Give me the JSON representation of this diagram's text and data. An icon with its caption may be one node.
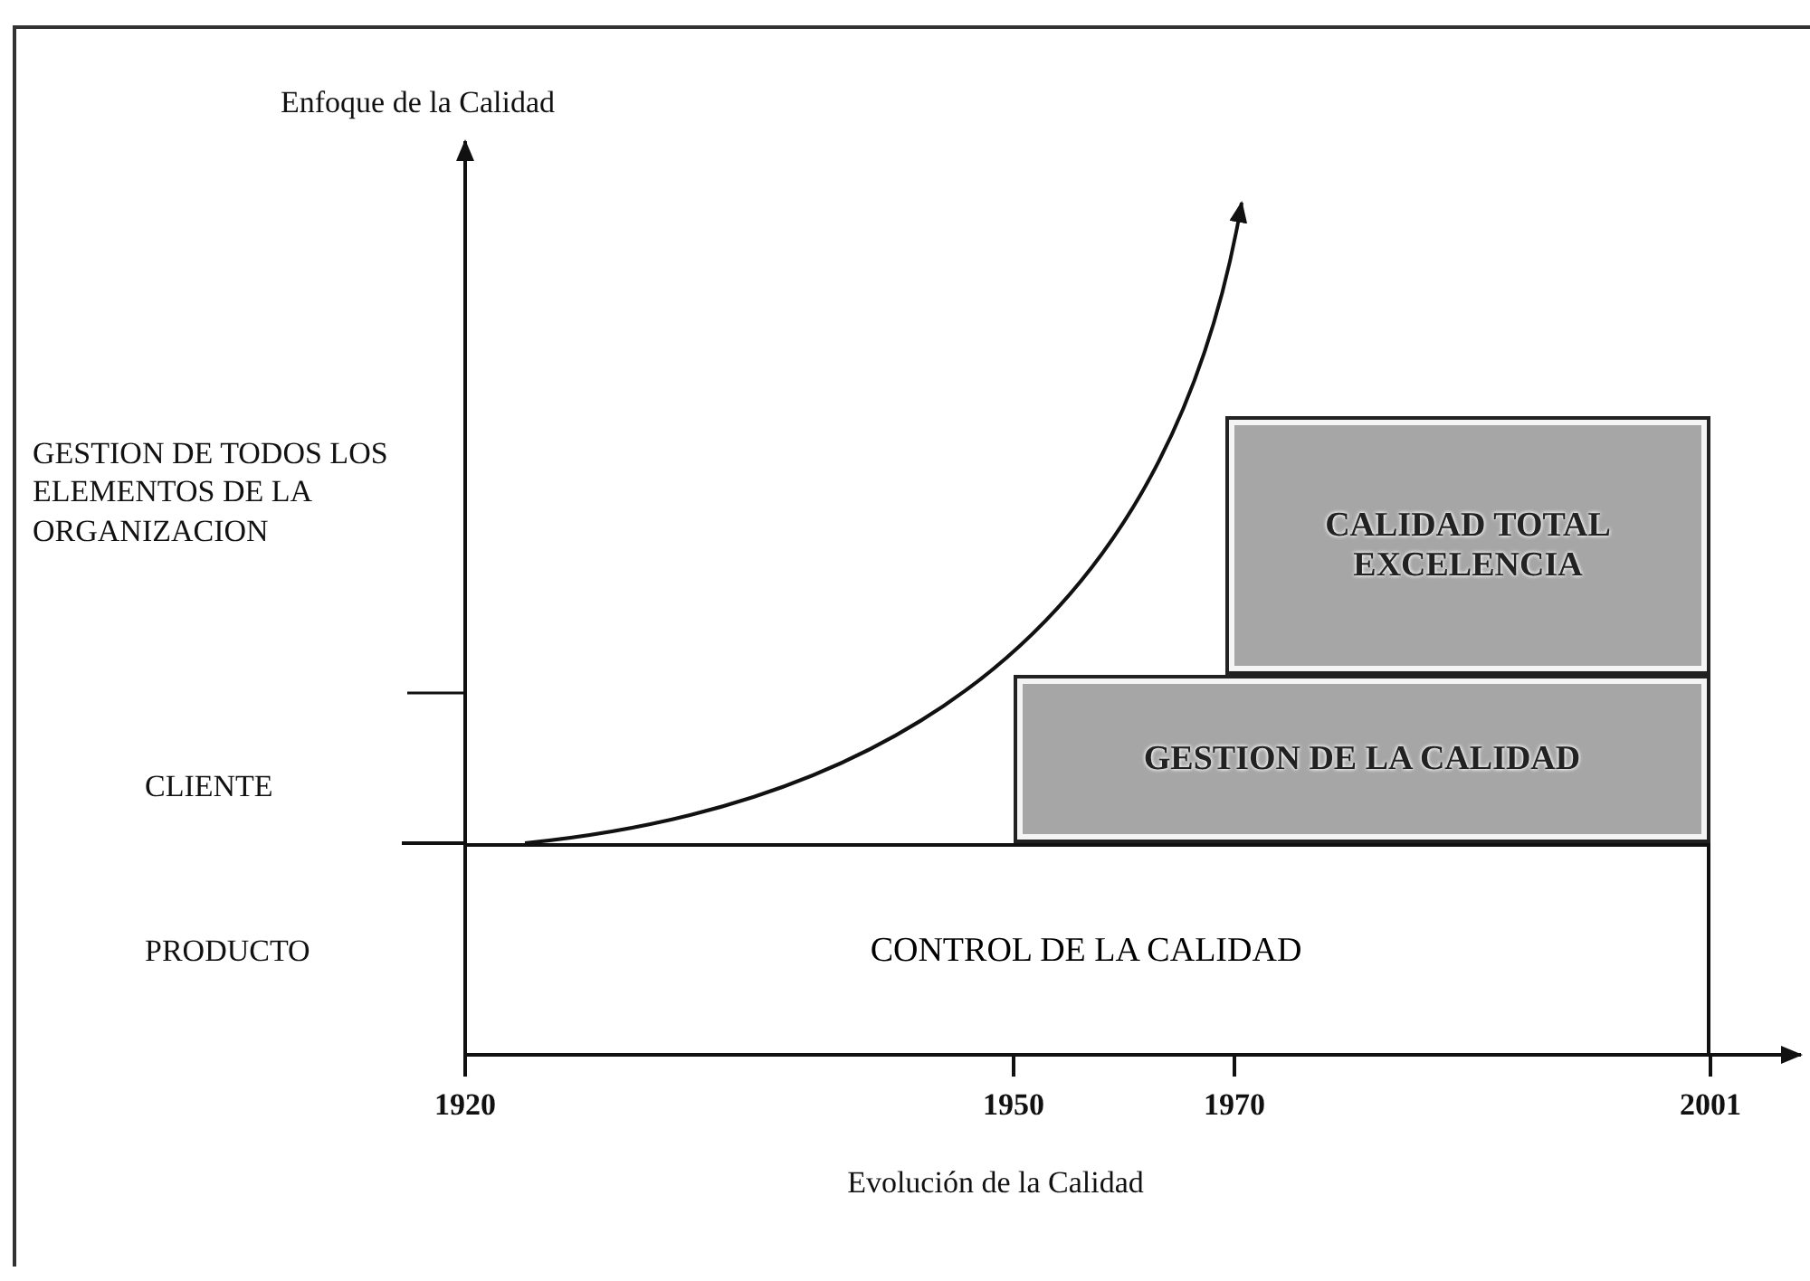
{
  "diagram": {
    "nodes": [
      {
        "text": [
          "CONTROL DE LA CALIDAD"
        ]
      },
      {
        "text": [
          "GESTION DE LA CALIDAD"
        ]
      },
      {
        "text": [
          "CALIDAD TOTAL EXCELENCIA"
        ]
      }
    ],
    "labels": [
      "Enfoque de la Calidad",
      "GESTION DE TODOS LOS ELEMENTOS DE LA ORGANIZACION",
      "CLIENTE",
      "PRODUCTO",
      "1920",
      "1950",
      "1970",
      "2001",
      "Evolución de la Calidad"
    ]
  }
}
